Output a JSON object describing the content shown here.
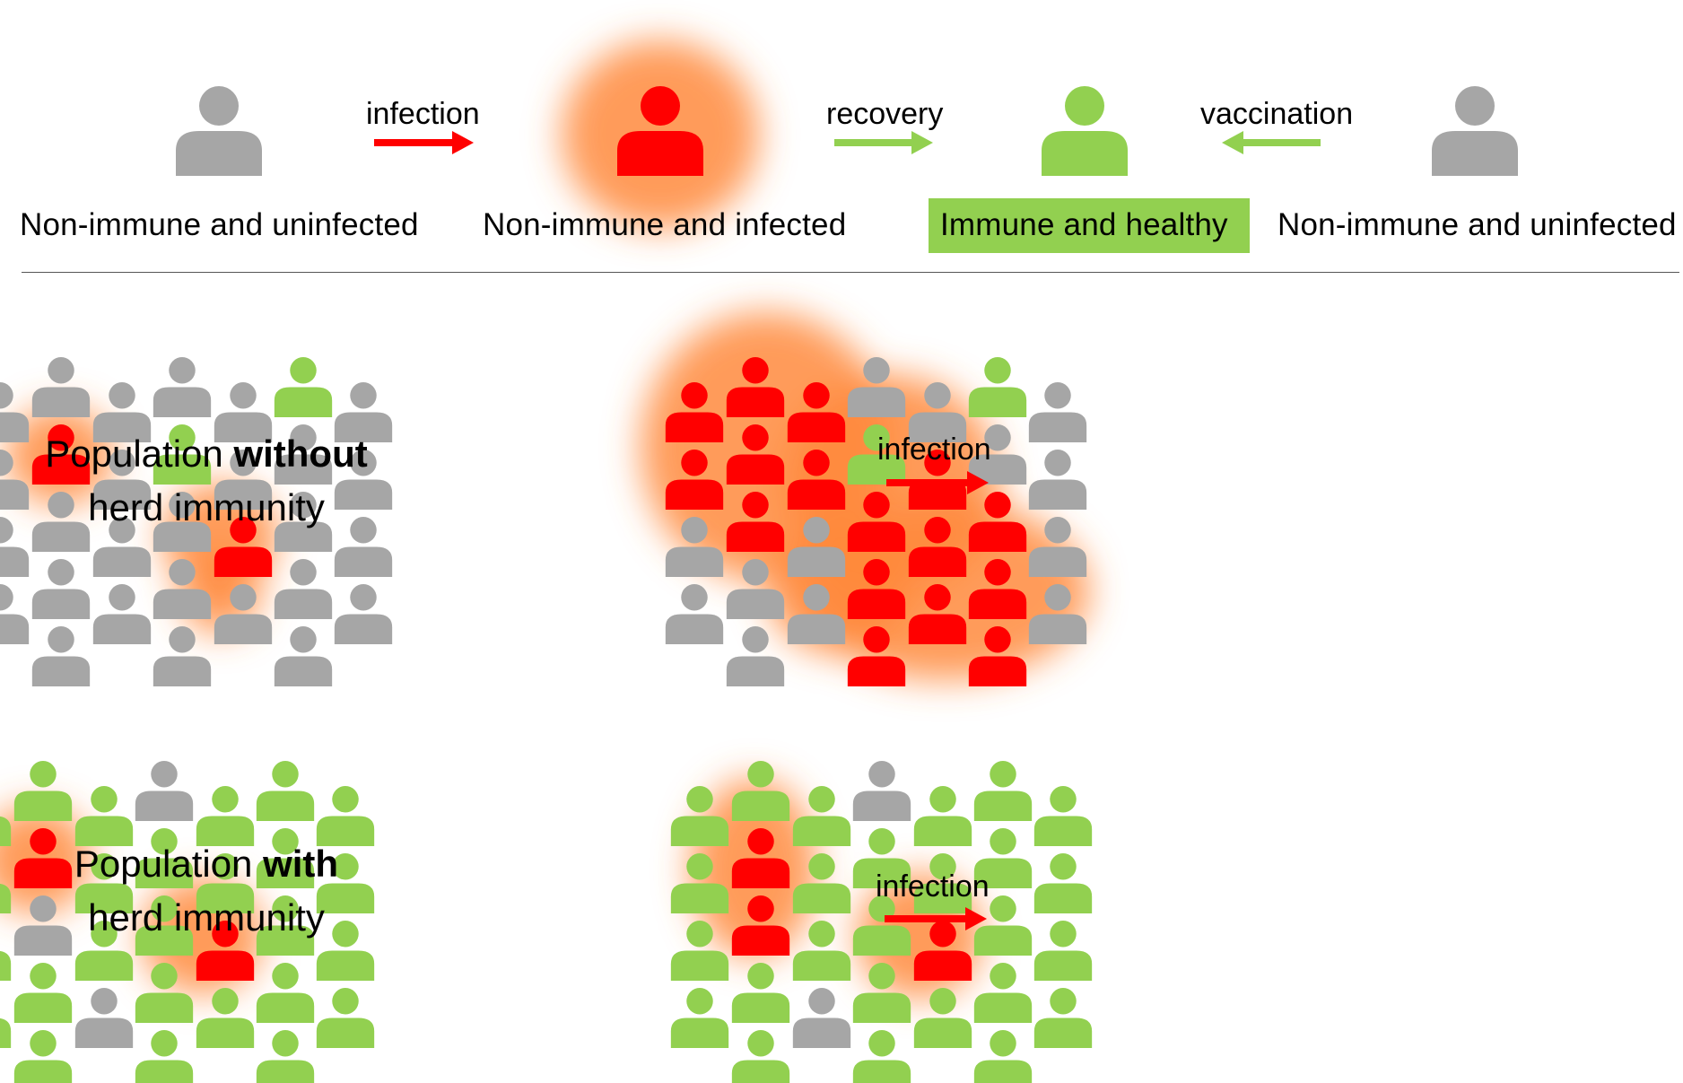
{
  "legend": {
    "states": [
      {
        "label": "Non-immune and uninfected",
        "color": "#a6a6a6"
      },
      {
        "label": "Non-immune and infected",
        "color": "#ff0000"
      },
      {
        "label": "Immune and healthy",
        "color": "#92d050",
        "highlighted": true
      },
      {
        "label": "Non-immune and uninfected",
        "color": "#a6a6a6"
      }
    ],
    "arrows": [
      {
        "label": "infection",
        "color": "#ff0000",
        "direction": "right"
      },
      {
        "label": "recovery",
        "color": "#92d050",
        "direction": "right"
      },
      {
        "label": "vaccination",
        "color": "#92d050",
        "direction": "left"
      }
    ]
  },
  "rows": [
    {
      "label_pre": "Population ",
      "label_bold": "without",
      "label_line2": "herd immunity",
      "arrow_label": "infection"
    },
    {
      "label_pre": "Population ",
      "label_bold": "with",
      "label_line2": "herd immunity",
      "arrow_label": "infection"
    }
  ],
  "colors": {
    "grey": "#a6a6a6",
    "red": "#ff0000",
    "green": "#92d050",
    "glow": "#ff8a3c",
    "divider": "#555555"
  },
  "icon_names": {
    "person": "person-icon",
    "arrow": "arrow-icon"
  }
}
